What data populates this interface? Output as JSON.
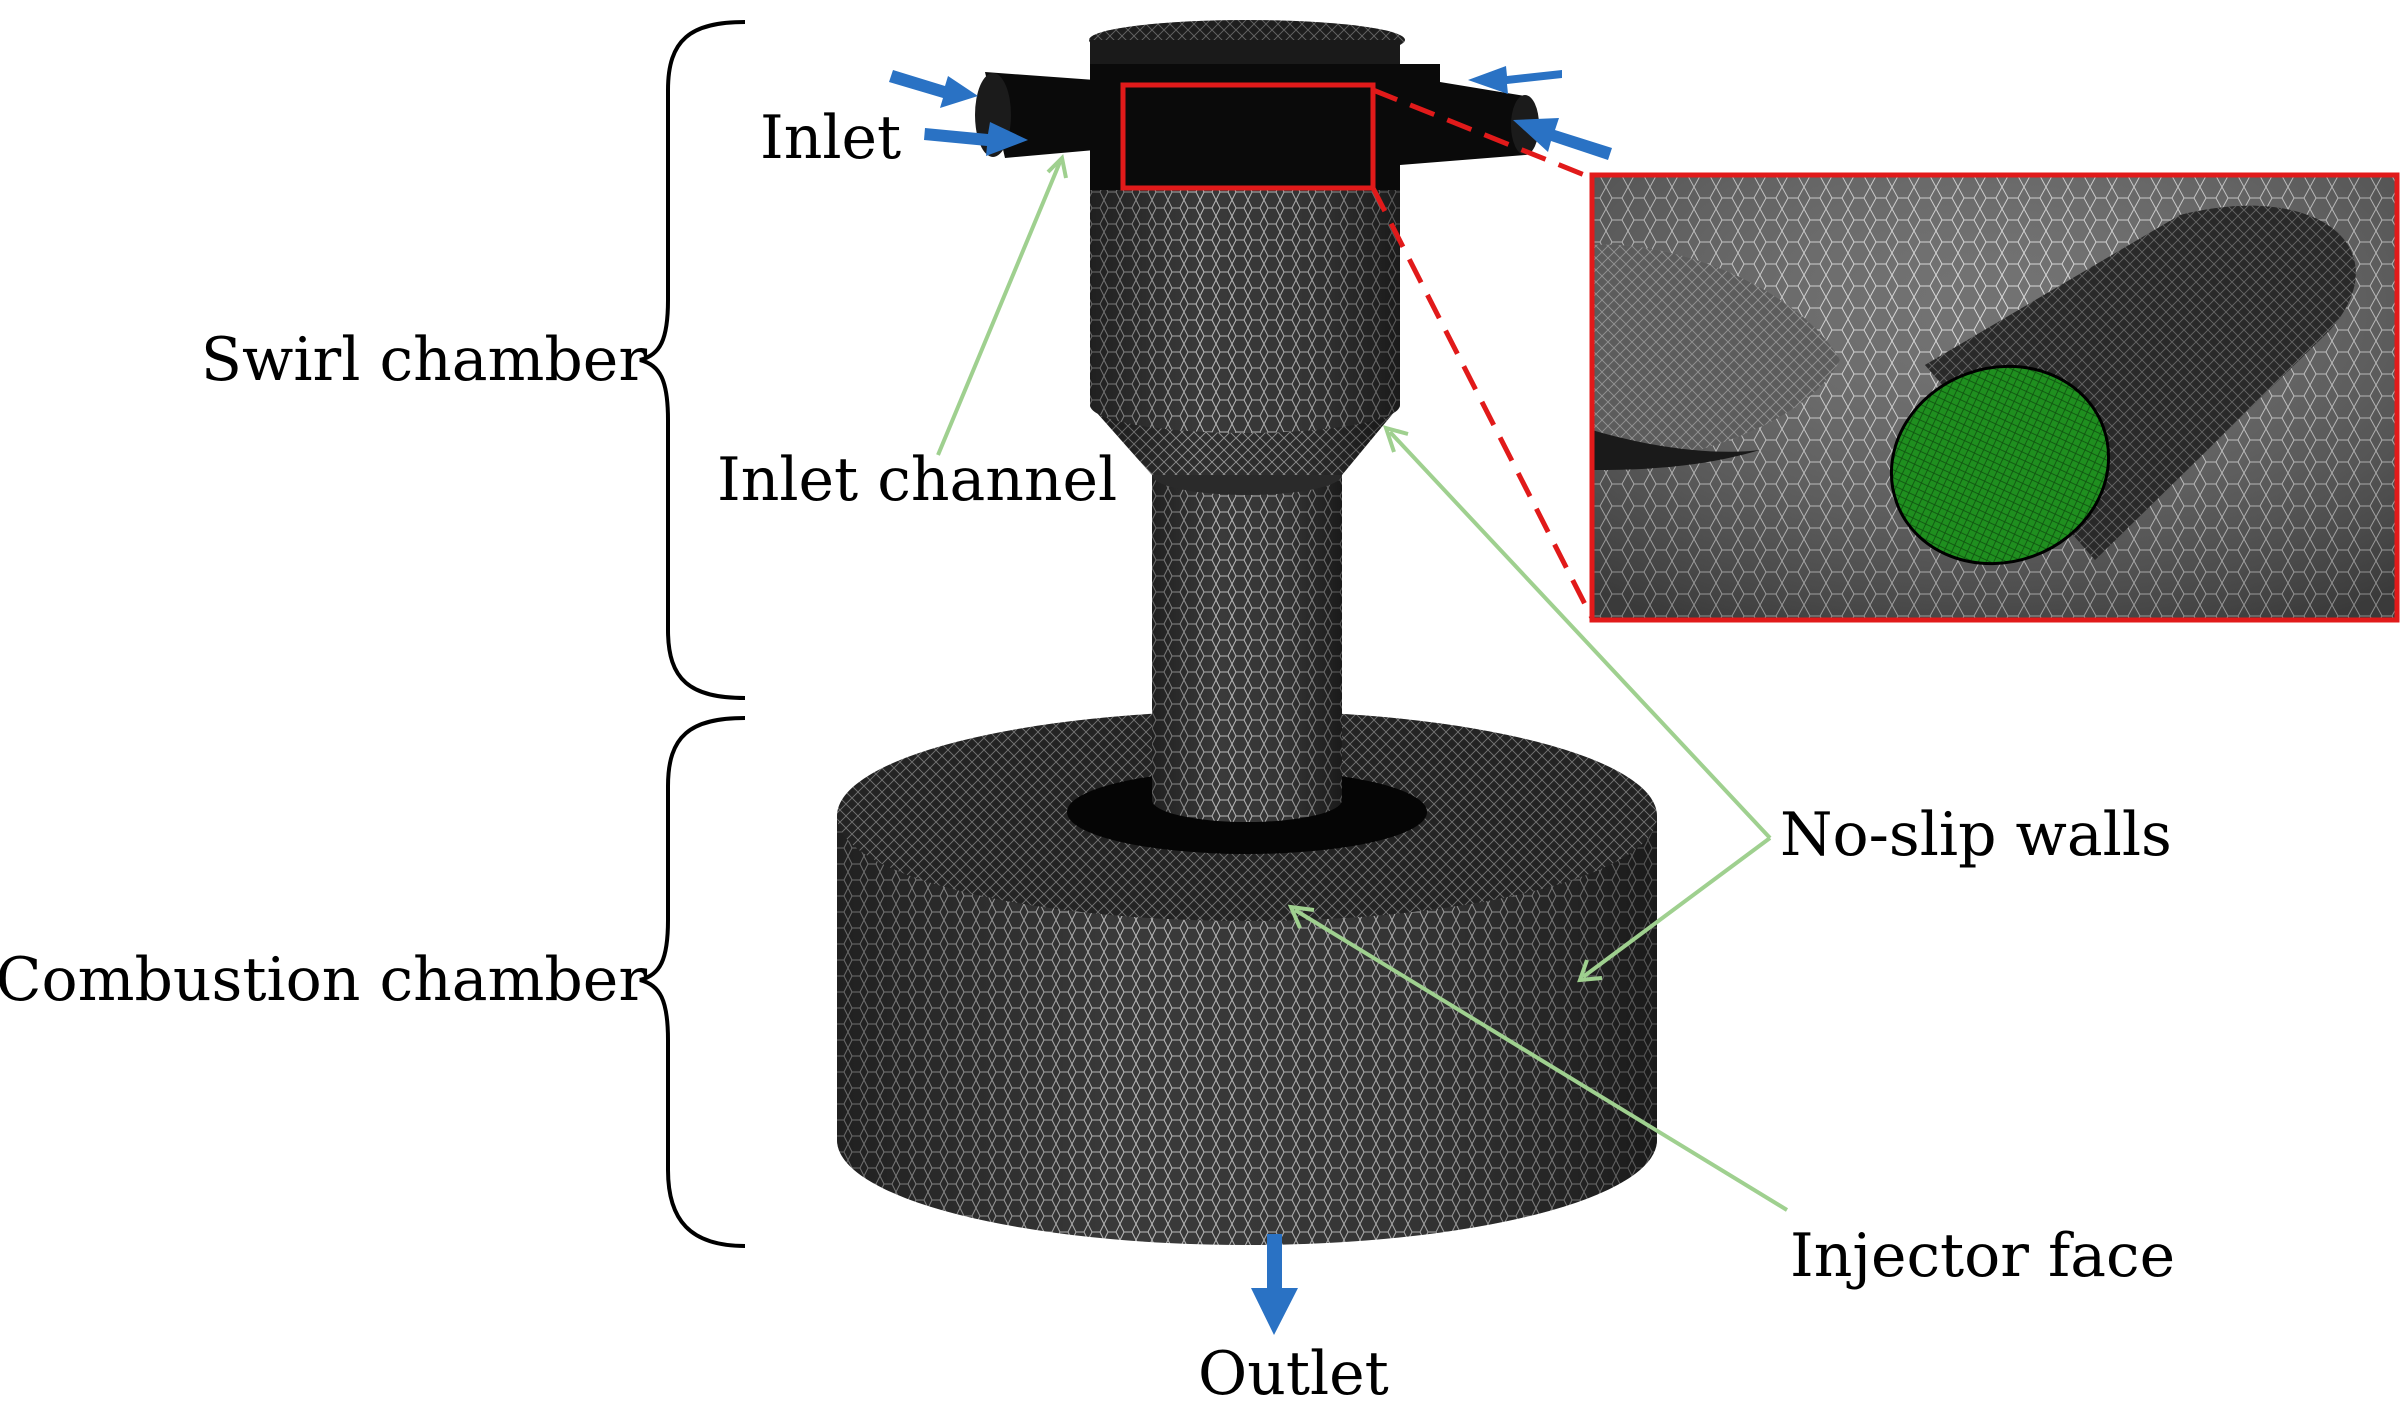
{
  "labels": {
    "inlet": "Inlet",
    "swirl_chamber": "Swirl chamber",
    "inlet_channel": "Inlet channel",
    "combustion_chamber": "Combustion chamber",
    "no_slip_walls": "No-slip walls",
    "injector_face": "Injector face",
    "outlet": "Outlet"
  },
  "colors": {
    "flow_arrow": "#2a72c4",
    "leader_line": "#9fd08f",
    "zoom_box": "#e11a1a",
    "inlet_face": "#1f8f1f",
    "mesh_dark": "#2b2b2b",
    "mesh_light": "#c8c8c8"
  }
}
